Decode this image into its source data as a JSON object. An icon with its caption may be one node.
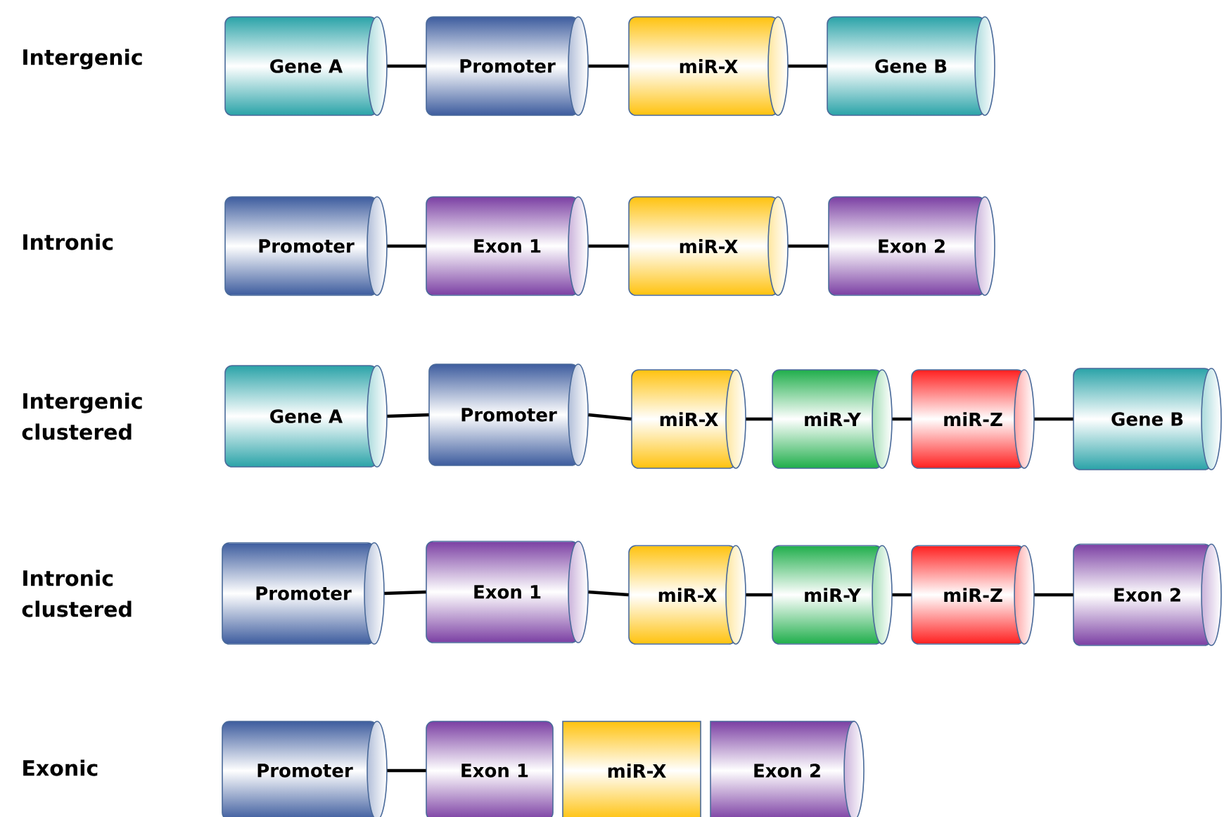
{
  "diagram": {
    "nodes": [
      {
        "text": [
          "Gene A"
        ]
      },
      {
        "text": [
          "Promoter"
        ]
      },
      {
        "text": [
          "miR-X"
        ]
      },
      {
        "text": [
          "Gene B"
        ]
      },
      {
        "text": [
          "Promoter"
        ]
      },
      {
        "text": [
          "Exon 1"
        ]
      },
      {
        "text": [
          "miR-X"
        ]
      },
      {
        "text": [
          "Exon 2"
        ]
      },
      {
        "text": [
          "Gene A"
        ]
      },
      {
        "text": [
          "Promoter"
        ]
      },
      {
        "text": [
          "miR-X"
        ]
      },
      {
        "text": [
          "miR-Y"
        ]
      },
      {
        "text": [
          "miR-Z"
        ]
      },
      {
        "text": [
          "Gene B"
        ]
      },
      {
        "text": [
          "Promoter"
        ]
      },
      {
        "text": [
          "Exon 1"
        ]
      },
      {
        "text": [
          "miR-X"
        ]
      },
      {
        "text": [
          "miR-Y"
        ]
      },
      {
        "text": [
          "miR-Z"
        ]
      },
      {
        "text": [
          "Exon 2"
        ]
      },
      {
        "text": [
          "Promoter"
        ]
      },
      {
        "text": [
          "Exon 1"
        ]
      },
      {
        "text": [
          "miR-X"
        ]
      },
      {
        "text": [
          "Exon 2"
        ]
      }
    ],
    "edges": [
      {
        "from": 0,
        "to": 1,
        "arrow": "none"
      },
      {
        "from": 1,
        "to": 2,
        "arrow": "none"
      },
      {
        "from": 2,
        "to": 3,
        "arrow": "none"
      },
      {
        "from": 4,
        "to": 5,
        "arrow": "none"
      },
      {
        "from": 5,
        "to": 6,
        "arrow": "none"
      },
      {
        "from": 6,
        "to": 7,
        "arrow": "none"
      },
      {
        "from": 8,
        "to": 9,
        "arrow": "none"
      },
      {
        "from": 9,
        "to": 10,
        "arrow": "none"
      },
      {
        "from": 10,
        "to": 11,
        "arrow": "none"
      },
      {
        "from": 11,
        "to": 12,
        "arrow": "none"
      },
      {
        "from": 12,
        "to": 13,
        "arrow": "none"
      },
      {
        "from": 14,
        "to": 15,
        "arrow": "none"
      },
      {
        "from": 15,
        "to": 16,
        "arrow": "none"
      },
      {
        "from": 16,
        "to": 17,
        "arrow": "none"
      },
      {
        "from": 17,
        "to": 18,
        "arrow": "none"
      },
      {
        "from": 18,
        "to": 19,
        "arrow": "none"
      },
      {
        "from": 20,
        "to": 21,
        "arrow": "none"
      }
    ],
    "labels": [
      "Intergenic",
      "Intronic",
      "Intergenic clustered",
      "Intronic clustered",
      "Exonic"
    ]
  }
}
